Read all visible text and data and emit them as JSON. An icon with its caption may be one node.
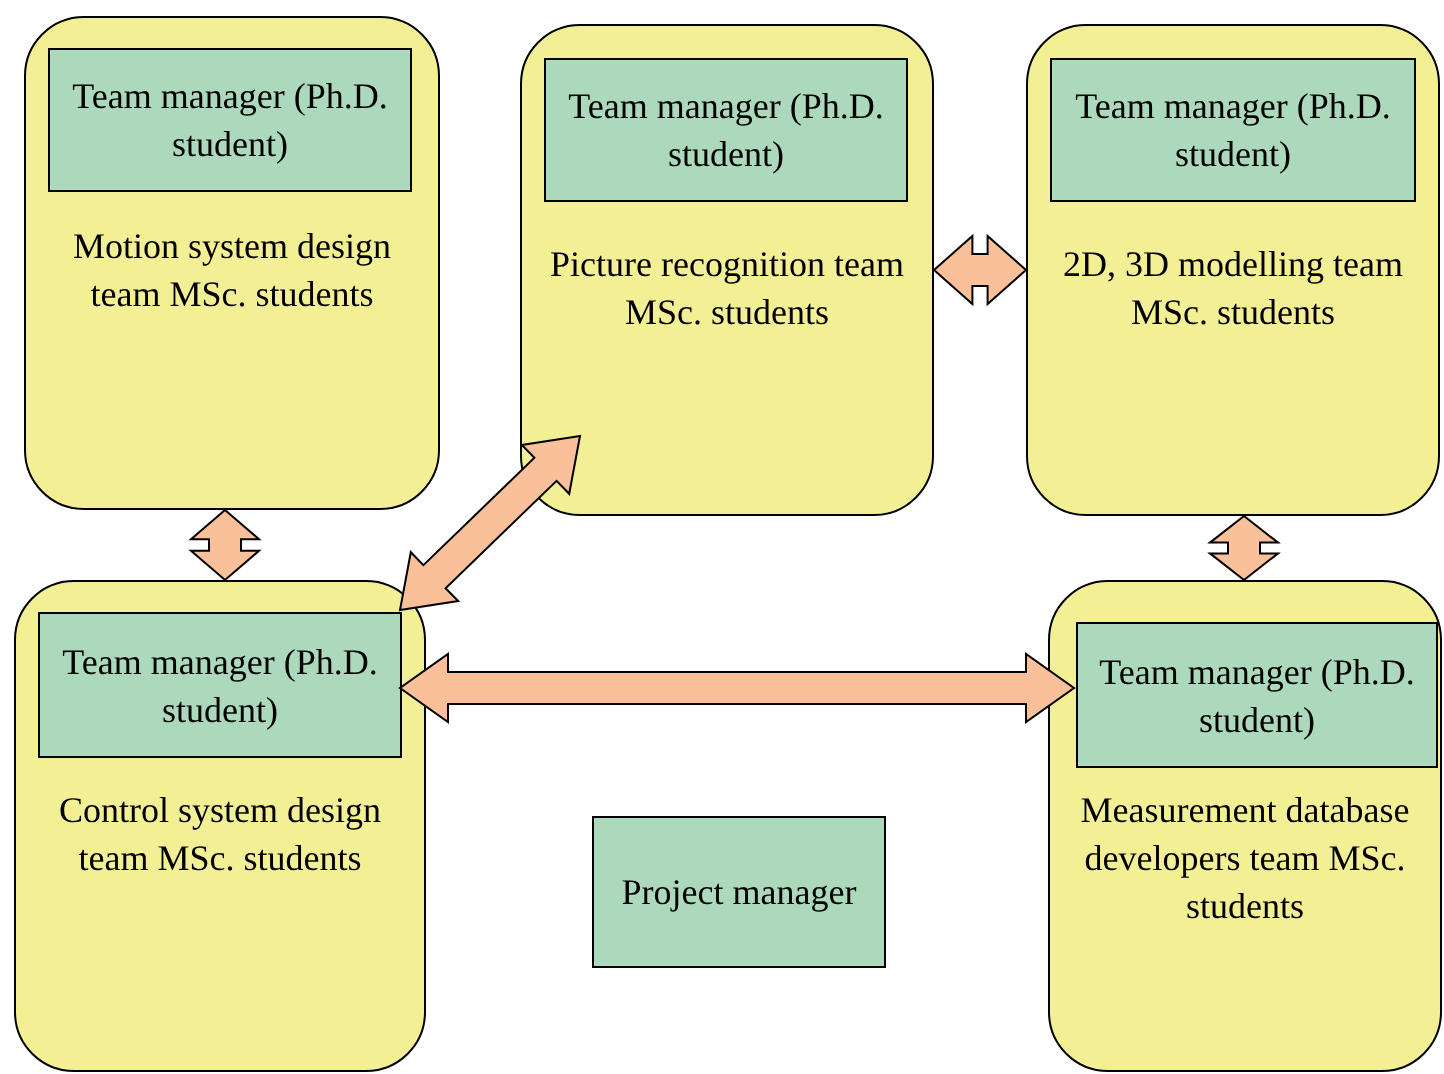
{
  "diagram": {
    "nodes": [
      {
        "text": [
          "Motion system design team MSc. students"
        ]
      },
      {
        "text": [
          "Team manager (Ph.D. student)"
        ],
        "in": 0
      },
      {
        "text": [
          "Picture recognition team MSc. students"
        ]
      },
      {
        "text": [
          "Team manager (Ph.D. student)"
        ],
        "in": 2
      },
      {
        "text": [
          "2D, 3D modelling team MSc. students"
        ]
      },
      {
        "text": [
          "Team manager (Ph.D. student)"
        ],
        "in": 4
      },
      {
        "text": [
          "Control system design team MSc. students"
        ]
      },
      {
        "text": [
          "Team manager (Ph.D. student)"
        ],
        "in": 6
      },
      {
        "text": [
          "Project manager"
        ]
      },
      {
        "text": [
          "Measurement database developers team MSc. students"
        ]
      },
      {
        "text": [
          "Team manager (Ph.D. student)"
        ],
        "in": 9
      }
    ],
    "edges": [
      {
        "from": 0,
        "to": 6,
        "arrow": "both"
      },
      {
        "from": 2,
        "to": 7,
        "arrow": "both"
      },
      {
        "from": 2,
        "to": 4,
        "arrow": "both"
      },
      {
        "from": 4,
        "to": 9,
        "arrow": "both"
      },
      {
        "from": 7,
        "to": 10,
        "arrow": "both"
      }
    ]
  }
}
